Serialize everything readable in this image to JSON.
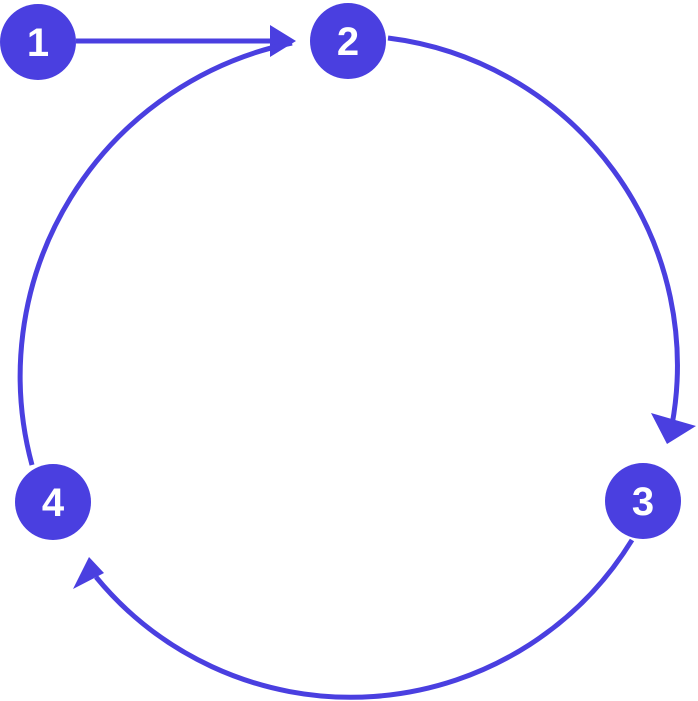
{
  "diagram": {
    "accent_color": "#4A3FE0",
    "label_color": "#FFFFFF",
    "steps": [
      {
        "label": "1"
      },
      {
        "label": "2"
      },
      {
        "label": "3"
      },
      {
        "label": "4"
      }
    ],
    "connections": [
      {
        "from": "1",
        "to": "2"
      },
      {
        "from": "2",
        "to": "3"
      },
      {
        "from": "3",
        "to": "4"
      },
      {
        "from": "4",
        "to": "2"
      }
    ]
  }
}
